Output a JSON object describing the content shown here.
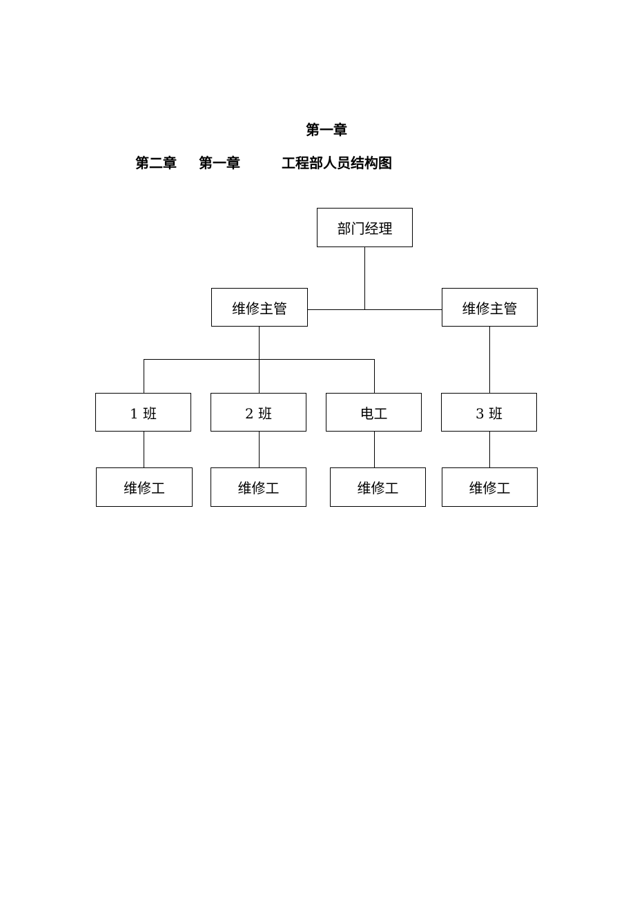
{
  "headings": {
    "chapter_top": "第一章",
    "chapter_two": "第二章",
    "chapter_one_inline": "第一章",
    "title": "工程部人员结构图"
  },
  "org_chart": {
    "manager": "部门经理",
    "supervisor_left": "维修主管",
    "supervisor_right": "维修主管",
    "team_1": "1 班",
    "team_2": "2 班",
    "team_electric": "电工",
    "team_3": "3 班",
    "worker_1": "维修工",
    "worker_2": "维修工",
    "worker_electric": "维修工",
    "worker_3": "维修工"
  }
}
